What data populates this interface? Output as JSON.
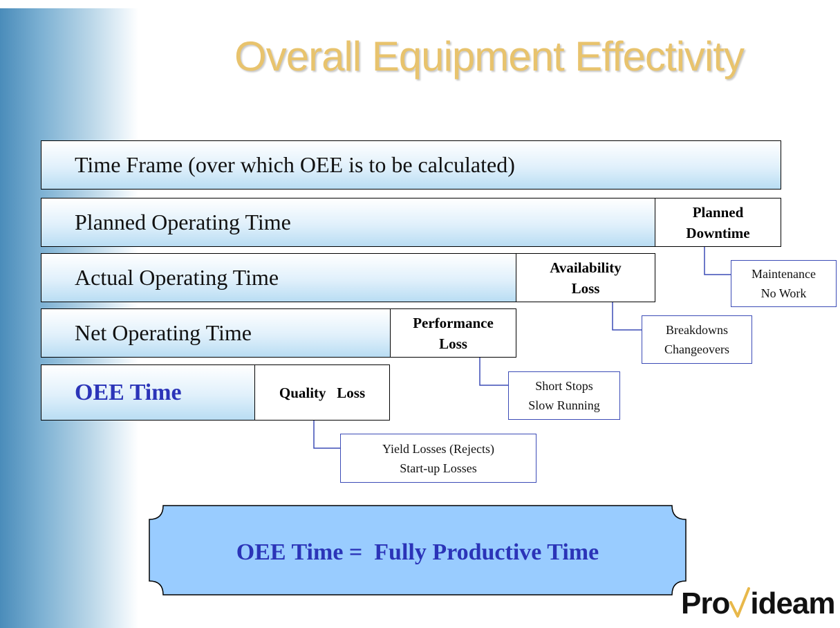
{
  "title": "Overall Equipment Effectivity",
  "bars": {
    "time_frame": "Time Frame (over which OEE is to be calculated)",
    "planned_operating": "Planned Operating Time",
    "actual_operating": "Actual Operating Time",
    "net_operating": "Net Operating Time",
    "oee_time": "OEE Time"
  },
  "losses": {
    "planned_downtime": [
      "Planned",
      "Downtime"
    ],
    "availability": [
      "Availability",
      "Loss"
    ],
    "performance": [
      "Performance",
      "Loss"
    ],
    "quality": "Quality   Loss"
  },
  "callouts": {
    "planned": [
      "Maintenance",
      "No Work"
    ],
    "availability": [
      "Breakdowns",
      "Changeovers"
    ],
    "performance": [
      "Short Stops",
      "Slow Running"
    ],
    "quality": [
      "Yield Losses (Rejects)",
      "Start-up Losses"
    ]
  },
  "formula": "OEE Time =  Fully Productive Time",
  "logo": {
    "part1": "Pro",
    "part2": "ideam"
  },
  "colors": {
    "title": "#e8c36d",
    "oee_text": "#2b34b8",
    "formula_fill": "#99ccff",
    "callout_border": "#3b4bb6"
  }
}
